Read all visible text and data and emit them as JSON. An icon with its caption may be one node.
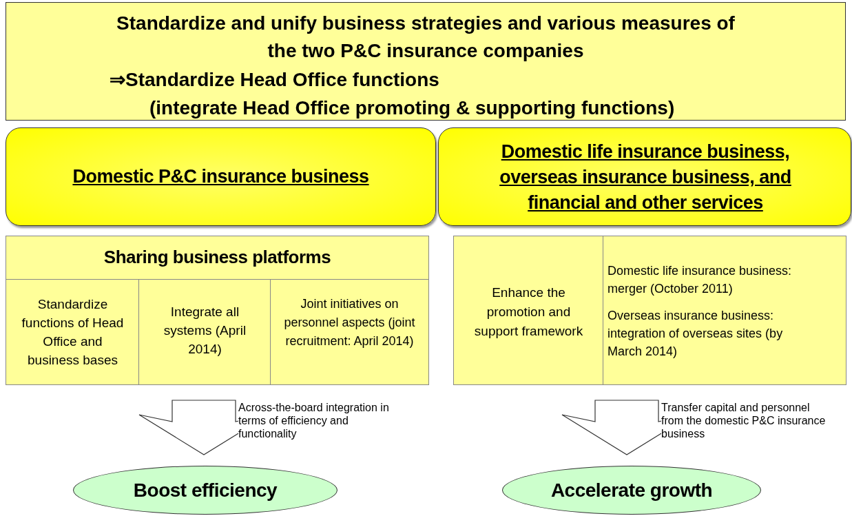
{
  "diagram": {
    "nodes": [
      {
        "text": [
          "Standardize and unify business strategies and various measures of the two P&C insurance companies",
          "⇒Standardize Head Office functions",
          "(integrate Head Office promoting & supporting functions)"
        ]
      },
      {
        "text": [
          "Domestic P&C insurance business"
        ]
      },
      {
        "text": [
          "Domestic life insurance business, overseas insurance business, and financial and other services"
        ]
      },
      {
        "text": [
          "Sharing business platforms"
        ]
      },
      {
        "text": [
          "Standardize functions of Head Office and business bases"
        ],
        "in": 3
      },
      {
        "text": [
          "Integrate all systems (April 2014)"
        ],
        "in": 3
      },
      {
        "text": [
          "Joint initiatives on personnel aspects (joint recruitment: April 2014)"
        ],
        "in": 3
      },
      {
        "text": [],
        "shape": "box"
      },
      {
        "text": [
          "Enhance the promotion and support framework"
        ],
        "in": 7
      },
      {
        "text": [
          "Domestic life insurance business: merger (October 2011)",
          "Overseas insurance business: integration of overseas sites (by March 2014)"
        ],
        "in": 7
      },
      {
        "text": [
          "Boost efficiency"
        ]
      },
      {
        "text": [
          "Accelerate growth"
        ]
      }
    ],
    "edges": [
      {
        "from": 3,
        "to": 10,
        "arrow": "to",
        "label": "Across-the-board integration in terms of efficiency and functionality"
      },
      {
        "from": 7,
        "to": 11,
        "arrow": "to",
        "label": "Transfer capital and personnel from the domestic P&C insurance business"
      }
    ]
  }
}
